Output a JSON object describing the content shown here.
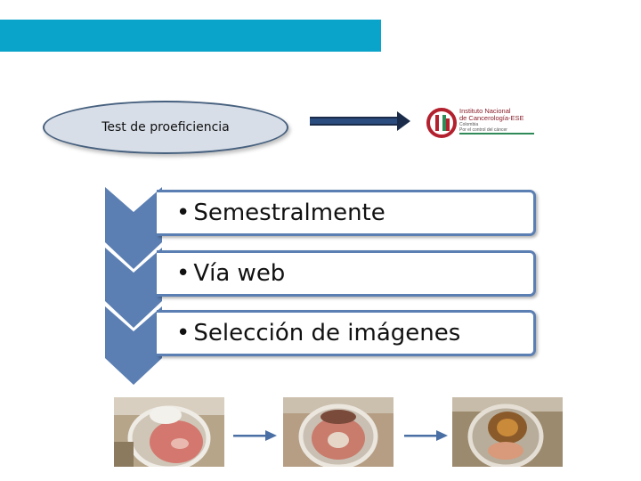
{
  "header": {
    "bar_color": "#0aa3c9"
  },
  "concept": {
    "label": "Test de proeficiencia"
  },
  "logo": {
    "line1": "Instituto Nacional",
    "line2": "de Cancerología-ESE",
    "line3": "Colombia",
    "line4": "Por el control del cáncer"
  },
  "list": {
    "bullet": "•",
    "items": [
      {
        "label": "Semestralmente"
      },
      {
        "label": "Vía web"
      },
      {
        "label": "Selección de imágenes"
      }
    ]
  },
  "images": [
    {
      "name": "colposcopy-image-1"
    },
    {
      "name": "colposcopy-image-2"
    },
    {
      "name": "colposcopy-image-3"
    }
  ],
  "colors": {
    "accent": "#0aa3c9",
    "chevron": "#5b7fb3",
    "arrow": "#4a6fa5"
  }
}
